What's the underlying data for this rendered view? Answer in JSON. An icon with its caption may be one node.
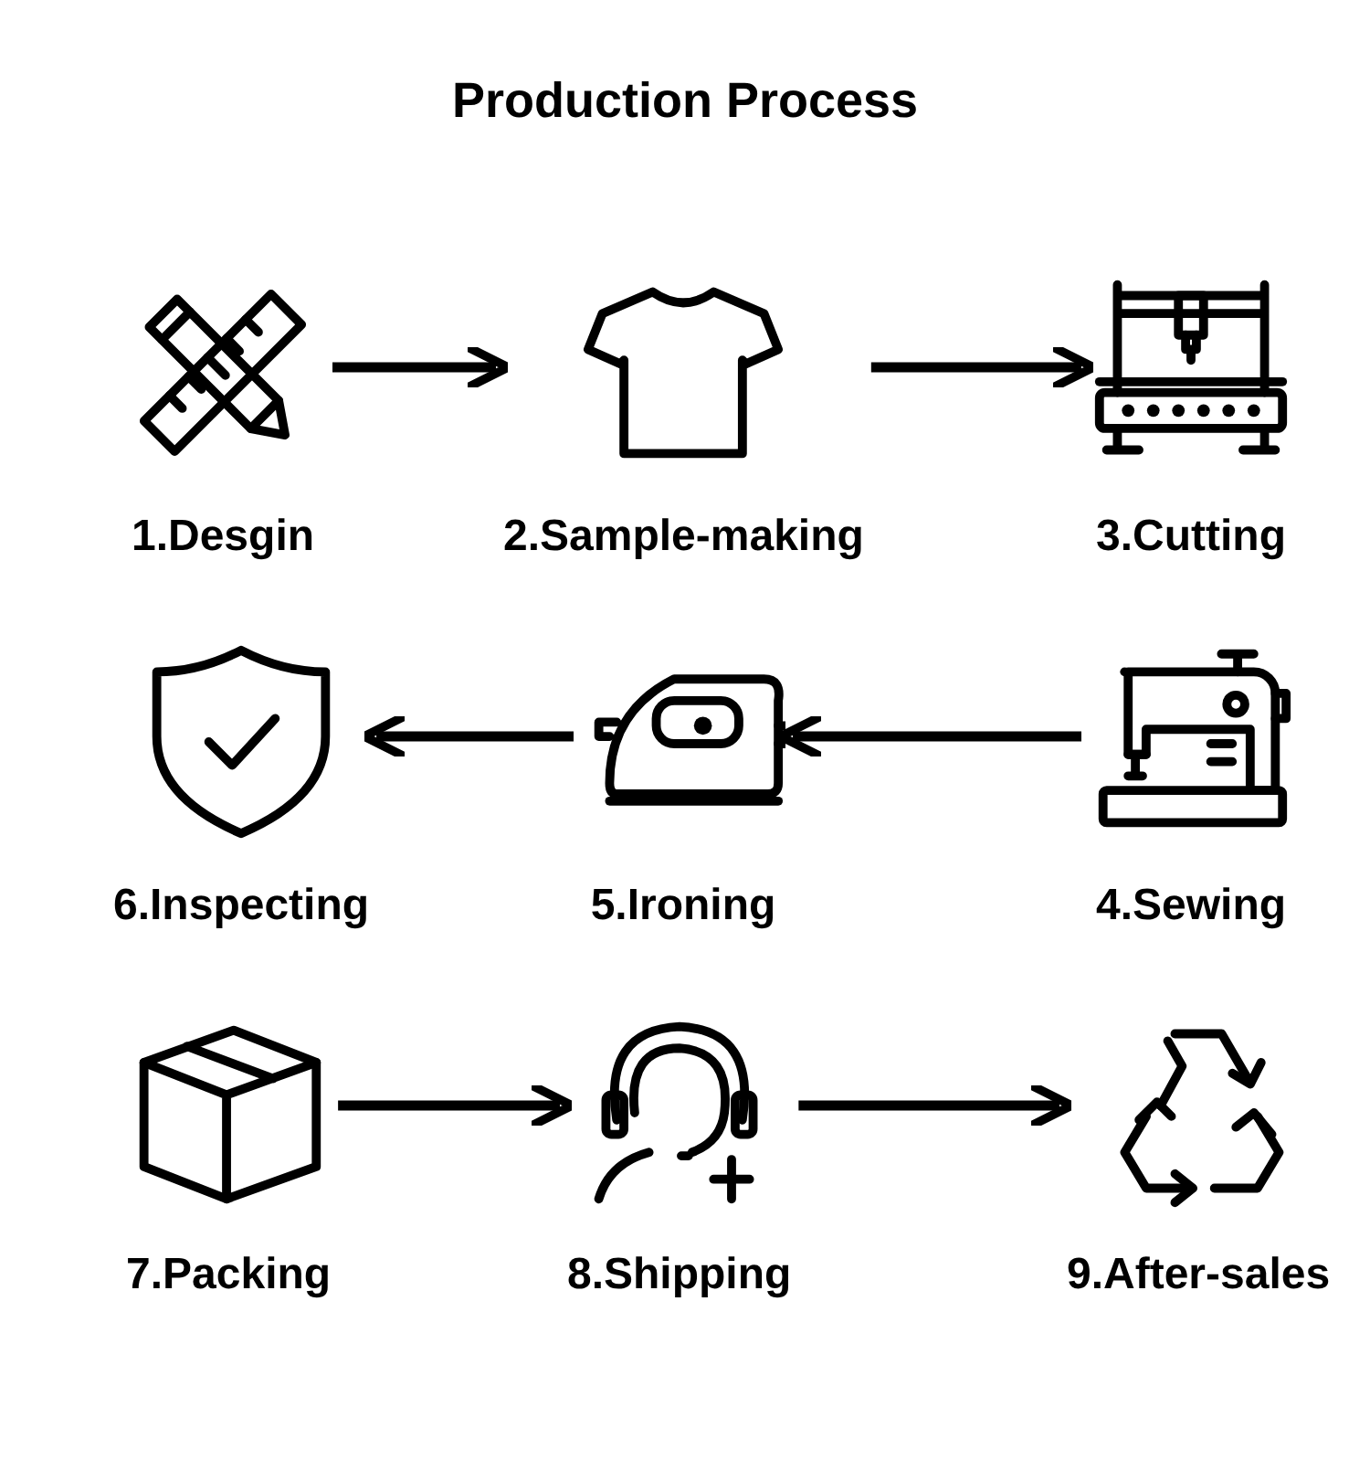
{
  "diagram": {
    "title": "Production Process",
    "nodes": [
      {
        "text": [
          "1.Desgin"
        ]
      },
      {
        "text": [
          "2.Sample-making"
        ]
      },
      {
        "text": [
          "3.Cutting"
        ]
      },
      {
        "text": [
          "4.Sewing"
        ]
      },
      {
        "text": [
          "5.Ironing"
        ]
      },
      {
        "text": [
          "6.Inspecting"
        ]
      },
      {
        "text": [
          "7.Packing"
        ]
      },
      {
        "text": [
          "8.Shipping"
        ]
      },
      {
        "text": [
          "9.After-sales"
        ]
      }
    ],
    "edges": [
      {
        "from": 0,
        "to": 1,
        "arrow": "to"
      },
      {
        "from": 1,
        "to": 2,
        "arrow": "to"
      },
      {
        "from": 3,
        "to": 4,
        "arrow": "to"
      },
      {
        "from": 4,
        "to": 5,
        "arrow": "to"
      },
      {
        "from": 6,
        "to": 7,
        "arrow": "to"
      },
      {
        "from": 7,
        "to": 8,
        "arrow": "to"
      }
    ]
  }
}
